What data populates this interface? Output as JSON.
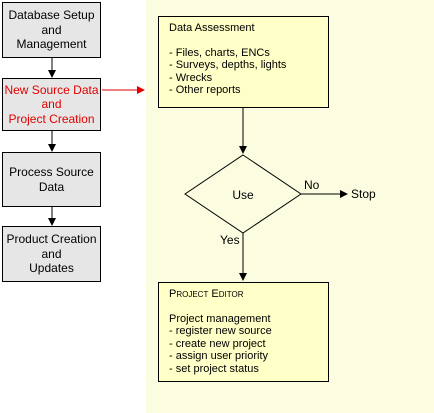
{
  "left_steps": [
    {
      "lines": [
        "Database Setup",
        "and",
        "Management"
      ],
      "active": false
    },
    {
      "lines": [
        "New Source Data",
        "and",
        "Project Creation"
      ],
      "active": true
    },
    {
      "lines": [
        "Process Source",
        "Data"
      ],
      "active": false
    },
    {
      "lines": [
        "Product Creation",
        "and",
        "Updates"
      ],
      "active": false
    }
  ],
  "assessment": {
    "title": "Data Assessment",
    "items": [
      "- Files, charts, ENCs",
      "- Surveys, depths, lights",
      "- Wrecks",
      "- Other reports"
    ]
  },
  "decision": {
    "label": "Use",
    "no_label": "No",
    "yes_label": "Yes",
    "stop_label": "Stop"
  },
  "editor": {
    "title": "Project Editor",
    "items": [
      "Project management",
      "- register new source",
      "- create new project",
      "- assign user priority",
      "- set project status"
    ]
  },
  "colors": {
    "panel": "#fcfce0",
    "box": "#ffffc8",
    "step": "#e6e6e6",
    "active_text": "#e00000",
    "active_arrow": "#e00000"
  }
}
